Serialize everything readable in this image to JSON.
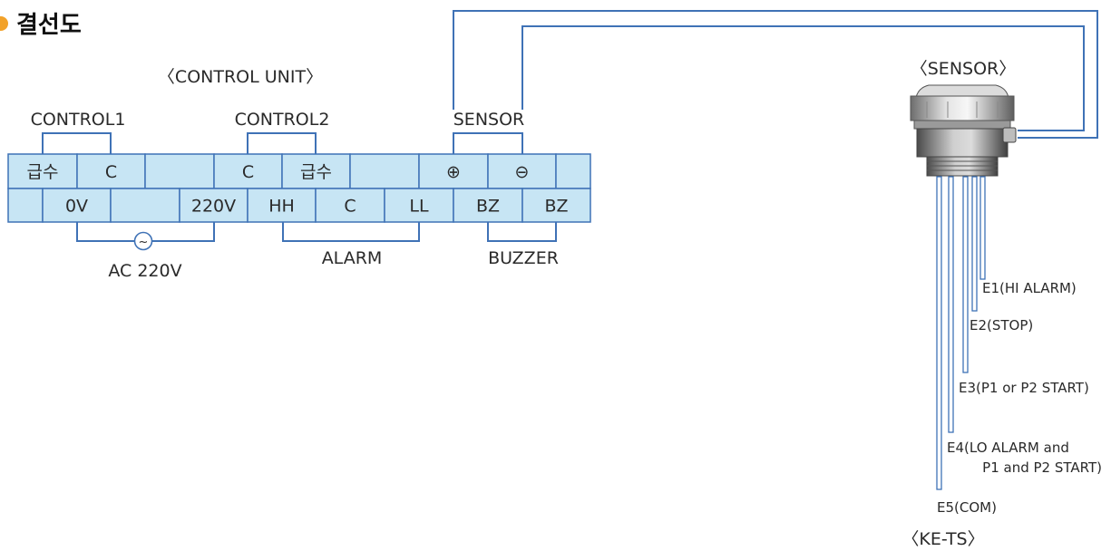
{
  "title": "결선도",
  "accent_color": "#f2a22a",
  "wire_color": "#3f72b6",
  "cell_fill": "#c7e5f4",
  "control_unit": {
    "caption": "〈CONTROL UNIT〉",
    "group_control1": "CONTROL1",
    "group_control2": "CONTROL2",
    "group_sensor": "SENSOR",
    "top_row": [
      "급수",
      "C",
      "",
      "C",
      "급수",
      "",
      "⊕",
      "⊖",
      ""
    ],
    "bottom_row": [
      "",
      "0V",
      "",
      "220V",
      "HH",
      "C",
      "LL",
      "BZ",
      "BZ"
    ],
    "ac_label": "AC 220V",
    "ac_symbol": "~",
    "alarm_label": "ALARM",
    "buzzer_label": "BUZZER"
  },
  "sensor": {
    "caption": "〈SENSOR〉",
    "model_caption": "〈KE-TS〉",
    "electrodes": [
      "E1(HI ALARM)",
      "E2(STOP)",
      "E3(P1 or P2 START)",
      "E4(LO ALARM and",
      "P1 and P2 START)",
      "E5(COM)"
    ]
  }
}
